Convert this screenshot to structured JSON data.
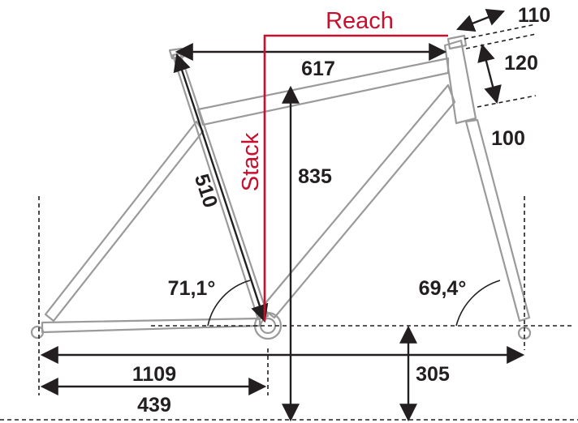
{
  "labels": {
    "reach": "Reach",
    "stack": "Stack",
    "top_tube": "617",
    "stem": "110",
    "spacers": "120",
    "head_tube": "100",
    "seat_tube": "510",
    "stack_value": "835",
    "seat_angle": "71,1°",
    "head_angle": "69,4°",
    "wheelbase": "1109",
    "chainstay": "439",
    "bb_height": "305"
  },
  "colors": {
    "frame": "#9a9a9a",
    "dimension": "#231f20",
    "highlight": "#c8102e"
  }
}
